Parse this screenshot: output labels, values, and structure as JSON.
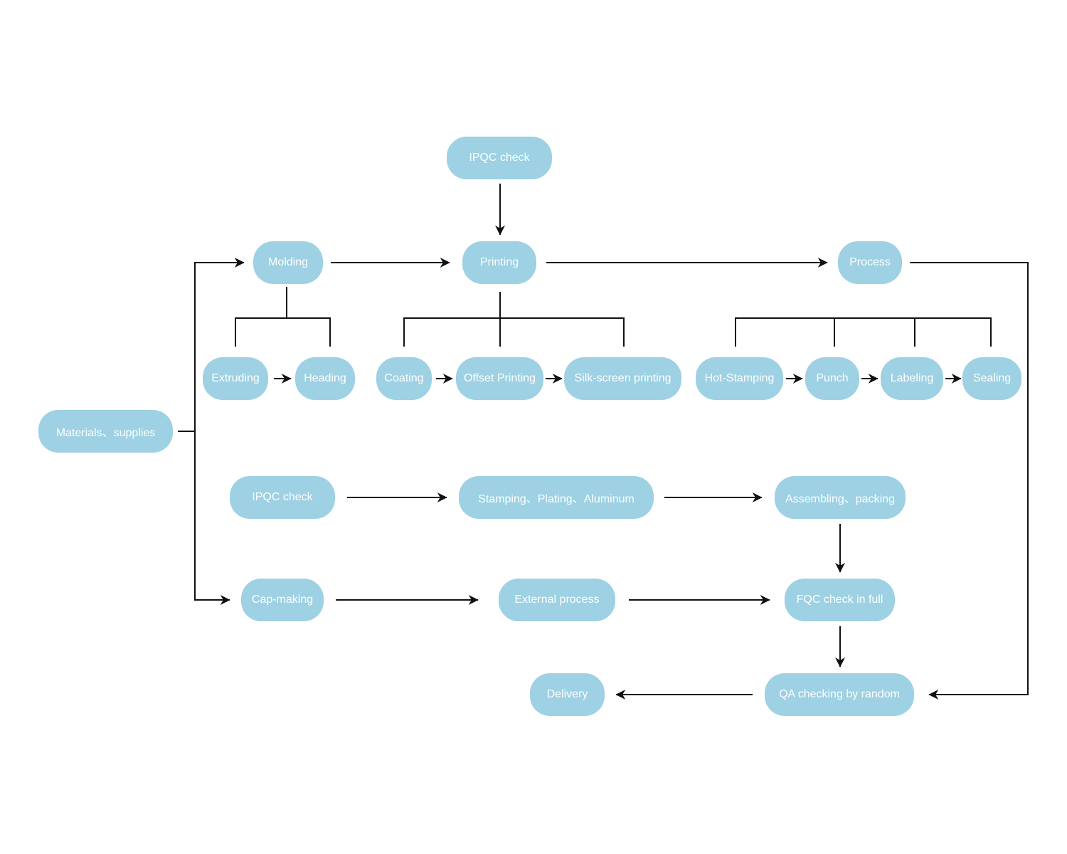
{
  "theme": {
    "node_fill": "#9dd1e3",
    "node_text": "#ffffff",
    "line": "#111111"
  },
  "nodes": [
    {
      "id": "ipqc_top",
      "label": "IPQC check"
    },
    {
      "id": "molding",
      "label": "Molding"
    },
    {
      "id": "printing",
      "label": "Printing"
    },
    {
      "id": "process",
      "label": "Process"
    },
    {
      "id": "extruding",
      "label": "Extruding"
    },
    {
      "id": "heading",
      "label": "Heading"
    },
    {
      "id": "coating",
      "label": "Coating"
    },
    {
      "id": "offset",
      "label": "Offset Printing"
    },
    {
      "id": "silk",
      "label": "Silk-screen printing"
    },
    {
      "id": "hotstamp",
      "label": "Hot-Stamping"
    },
    {
      "id": "punch",
      "label": "Punch"
    },
    {
      "id": "labeling",
      "label": "Labeling"
    },
    {
      "id": "sealing",
      "label": "Sealing"
    },
    {
      "id": "materials",
      "label": "Materials、supplies"
    },
    {
      "id": "ipqc_mid",
      "label": "IPQC check"
    },
    {
      "id": "stamping",
      "label": "Stamping、Plating、Aluminum"
    },
    {
      "id": "assembling",
      "label": "Assembling、packing"
    },
    {
      "id": "capmaking",
      "label": "Cap-making"
    },
    {
      "id": "external",
      "label": "External process"
    },
    {
      "id": "fqc",
      "label": "FQC check in full"
    },
    {
      "id": "qa",
      "label": "QA checking by random"
    },
    {
      "id": "delivery",
      "label": "Delivery"
    }
  ],
  "edges": [
    {
      "from": "materials",
      "to": "molding",
      "type": "arrow"
    },
    {
      "from": "materials",
      "to": "capmaking",
      "type": "arrow"
    },
    {
      "from": "molding",
      "to": "printing",
      "type": "arrow"
    },
    {
      "from": "ipqc_top",
      "to": "printing",
      "type": "arrow"
    },
    {
      "from": "printing",
      "to": "process",
      "type": "arrow"
    },
    {
      "from": "process",
      "to": "qa",
      "type": "arrow"
    },
    {
      "from": "molding",
      "to": "extruding",
      "type": "branch"
    },
    {
      "from": "molding",
      "to": "heading",
      "type": "branch"
    },
    {
      "from": "printing",
      "to": "coating",
      "type": "branch"
    },
    {
      "from": "printing",
      "to": "offset",
      "type": "branch"
    },
    {
      "from": "printing",
      "to": "silk",
      "type": "branch"
    },
    {
      "from": "process",
      "to": "hotstamp",
      "type": "branch"
    },
    {
      "from": "process",
      "to": "punch",
      "type": "branch"
    },
    {
      "from": "process",
      "to": "labeling",
      "type": "branch"
    },
    {
      "from": "process",
      "to": "sealing",
      "type": "branch"
    },
    {
      "from": "extruding",
      "to": "heading",
      "type": "arrow"
    },
    {
      "from": "coating",
      "to": "offset",
      "type": "arrow"
    },
    {
      "from": "offset",
      "to": "silk",
      "type": "arrow"
    },
    {
      "from": "hotstamp",
      "to": "punch",
      "type": "arrow"
    },
    {
      "from": "punch",
      "to": "labeling",
      "type": "arrow"
    },
    {
      "from": "labeling",
      "to": "sealing",
      "type": "arrow"
    },
    {
      "from": "ipqc_mid",
      "to": "stamping",
      "type": "arrow"
    },
    {
      "from": "stamping",
      "to": "assembling",
      "type": "arrow"
    },
    {
      "from": "assembling",
      "to": "fqc",
      "type": "arrow"
    },
    {
      "from": "capmaking",
      "to": "external",
      "type": "arrow"
    },
    {
      "from": "external",
      "to": "fqc",
      "type": "arrow"
    },
    {
      "from": "fqc",
      "to": "qa",
      "type": "arrow"
    },
    {
      "from": "qa",
      "to": "delivery",
      "type": "arrow"
    }
  ]
}
